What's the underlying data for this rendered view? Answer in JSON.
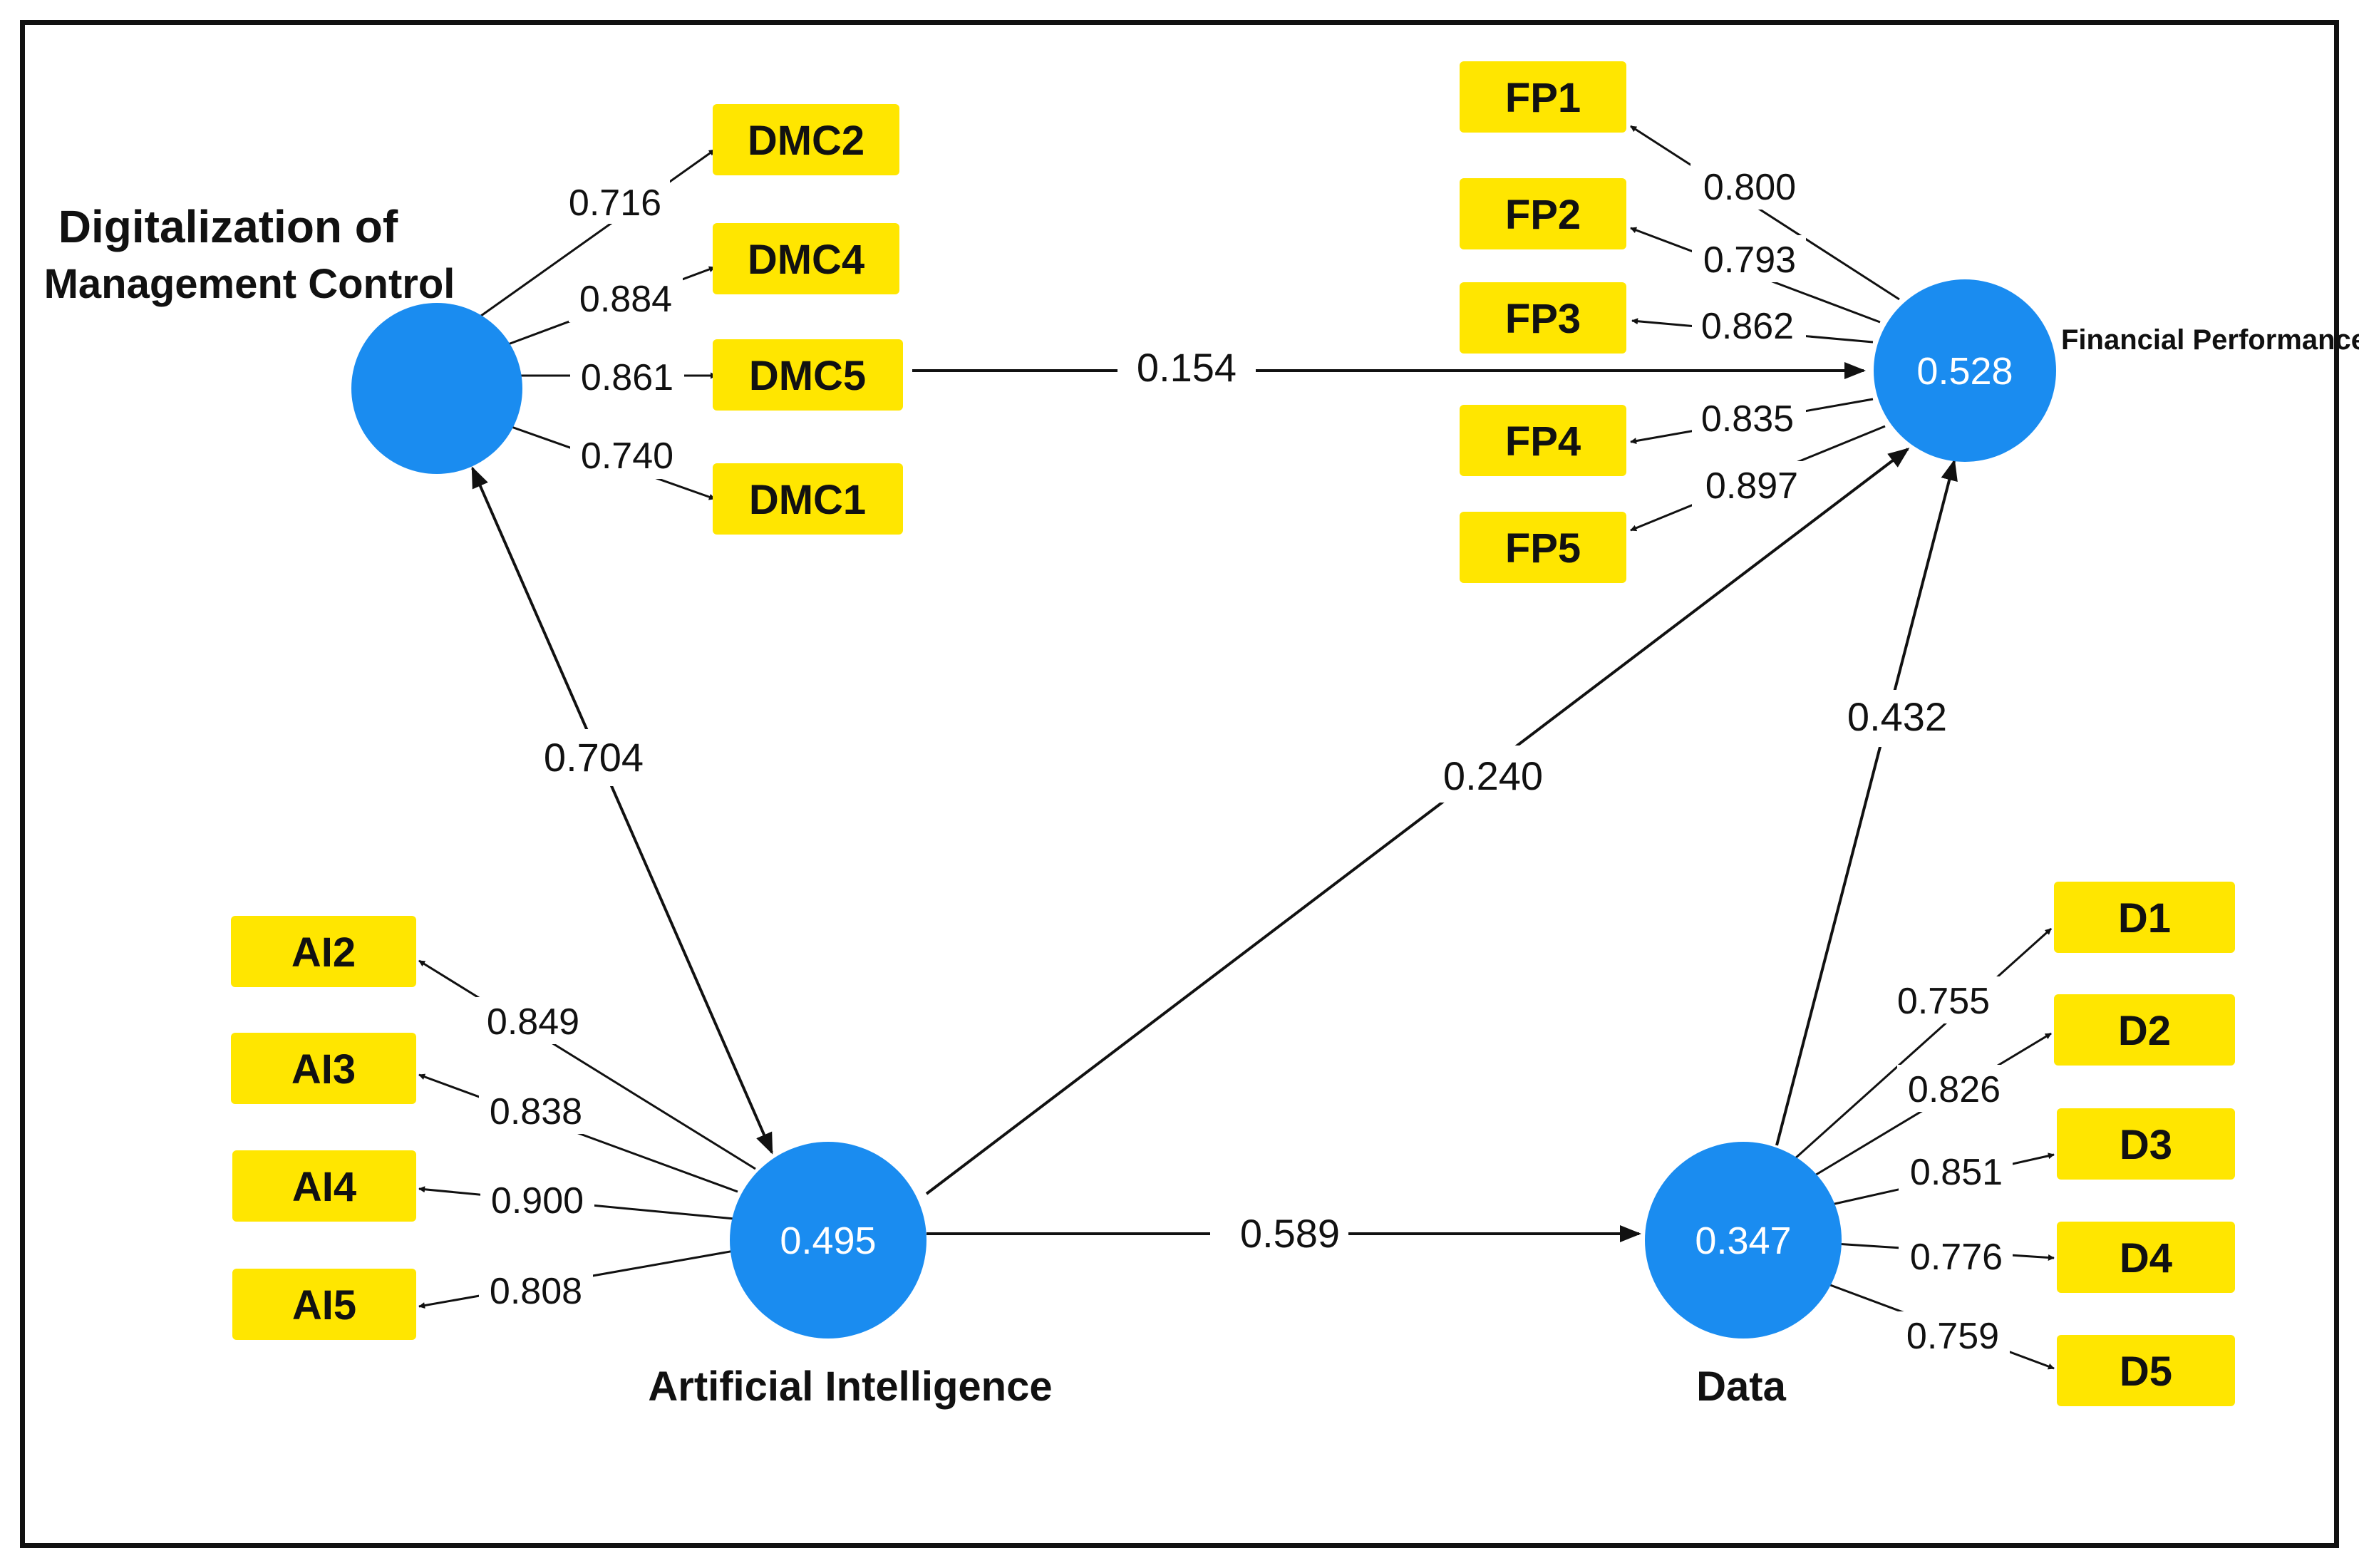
{
  "colors": {
    "node": "#1a8cf0",
    "indicator": "#ffe600",
    "line": "#111111",
    "frame": "#111111"
  },
  "constructs": {
    "dmc": {
      "label_line1": "Digitalization of",
      "label_line2": "Management Control",
      "value": ""
    },
    "fp": {
      "label": "Financial Performance",
      "value": "0.528"
    },
    "ai": {
      "label": "Artificial Intelligence",
      "value": "0.495"
    },
    "data": {
      "label": "Data",
      "value": "0.347"
    }
  },
  "indicators": {
    "dmc": [
      {
        "name": "DMC2",
        "loading": "0.716"
      },
      {
        "name": "DMC4",
        "loading": "0.884"
      },
      {
        "name": "DMC5",
        "loading": "0.861"
      },
      {
        "name": "DMC1",
        "loading": "0.740"
      }
    ],
    "fp": [
      {
        "name": "FP1",
        "loading": "0.800"
      },
      {
        "name": "FP2",
        "loading": "0.793"
      },
      {
        "name": "FP3",
        "loading": "0.862"
      },
      {
        "name": "FP4",
        "loading": "0.835"
      },
      {
        "name": "FP5",
        "loading": "0.897"
      }
    ],
    "ai": [
      {
        "name": "AI2",
        "loading": "0.849"
      },
      {
        "name": "AI3",
        "loading": "0.838"
      },
      {
        "name": "AI4",
        "loading": "0.900"
      },
      {
        "name": "AI5",
        "loading": "0.808"
      }
    ],
    "data": [
      {
        "name": "D1",
        "loading": "0.755"
      },
      {
        "name": "D2",
        "loading": "0.826"
      },
      {
        "name": "D3",
        "loading": "0.851"
      },
      {
        "name": "D4",
        "loading": "0.776"
      },
      {
        "name": "D5",
        "loading": "0.759"
      }
    ]
  },
  "paths": {
    "ai_dmc": "0.704",
    "dmc_fp": "0.154",
    "ai_fp": "0.240",
    "data_fp": "0.432",
    "ai_data": "0.589"
  }
}
